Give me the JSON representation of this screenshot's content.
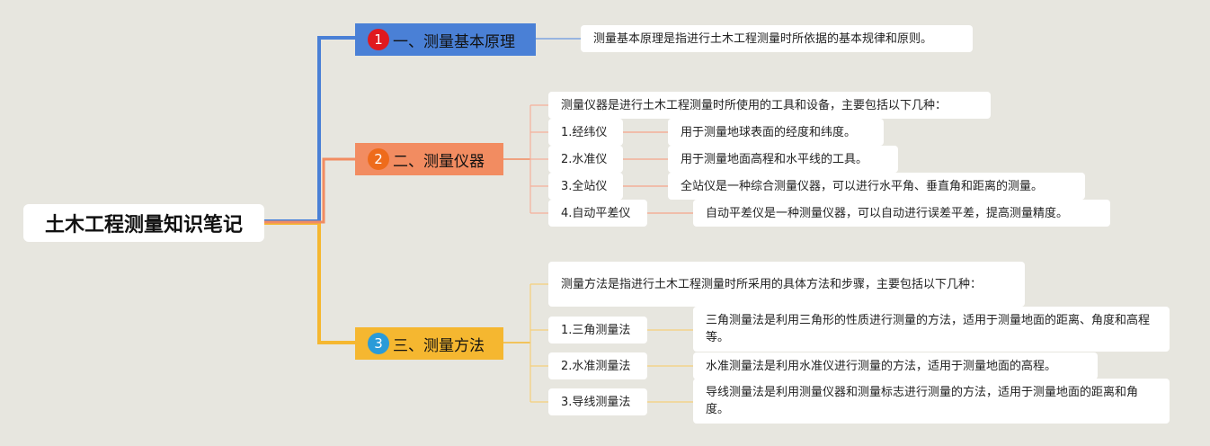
{
  "root": {
    "title": "土木工程测量知识笔记"
  },
  "branches": [
    {
      "badge": "1",
      "label": "一、测量基本原理",
      "color": "#4a80d6",
      "desc": "测量基本原理是指进行土木工程测量时所依据的基本规律和原则。"
    },
    {
      "badge": "2",
      "label": "二、测量仪器",
      "color": "#f28c61",
      "intro": "测量仪器是进行土木工程测量时所使用的工具和设备，主要包括以下几种：",
      "items": [
        {
          "name": "1.经纬仪",
          "desc": "用于测量地球表面的经度和纬度。"
        },
        {
          "name": "2.水准仪",
          "desc": "用于测量地面高程和水平线的工具。"
        },
        {
          "name": "3.全站仪",
          "desc": "全站仪是一种综合测量仪器，可以进行水平角、垂直角和距离的测量。"
        },
        {
          "name": "4.自动平差仪",
          "desc": "自动平差仪是一种测量仪器，可以自动进行误差平差，提高测量精度。"
        }
      ]
    },
    {
      "badge": "3",
      "label": "三、测量方法",
      "color": "#f5b730",
      "intro": "测量方法是指进行土木工程测量时所采用的具体方法和步骤，主要包括以下几种：",
      "items": [
        {
          "name": "1.三角测量法",
          "desc": "三角测量法是利用三角形的性质进行测量的方法，适用于测量地面的距离、角度和高程等。"
        },
        {
          "name": "2.水准测量法",
          "desc": "水准测量法是利用水准仪进行测量的方法，适用于测量地面的高程。"
        },
        {
          "name": "3.导线测量法",
          "desc": "导线测量法是利用测量仪器和测量标志进行测量的方法，适用于测量地面的距离和角度。"
        }
      ]
    }
  ]
}
